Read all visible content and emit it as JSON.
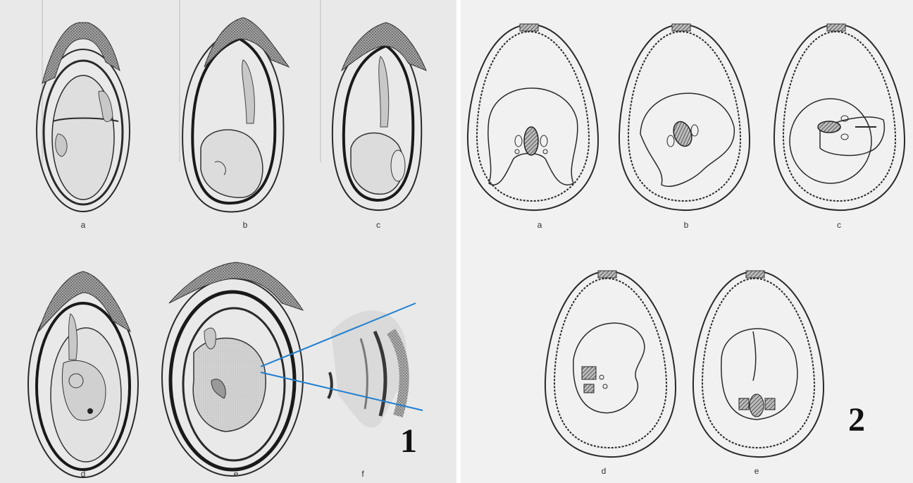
{
  "panels": [
    {
      "number": "1",
      "sublabels": [
        "a",
        "b",
        "c",
        "d",
        "e",
        "f"
      ]
    },
    {
      "number": "2",
      "sublabels": [
        "a",
        "b",
        "c",
        "d",
        "e"
      ]
    }
  ],
  "colors": {
    "ink": "#2a2a2a",
    "stipple": "#8c8c8c",
    "pale_fill": "#dcdcdc",
    "pointer_lines": "#1f7fd0"
  }
}
